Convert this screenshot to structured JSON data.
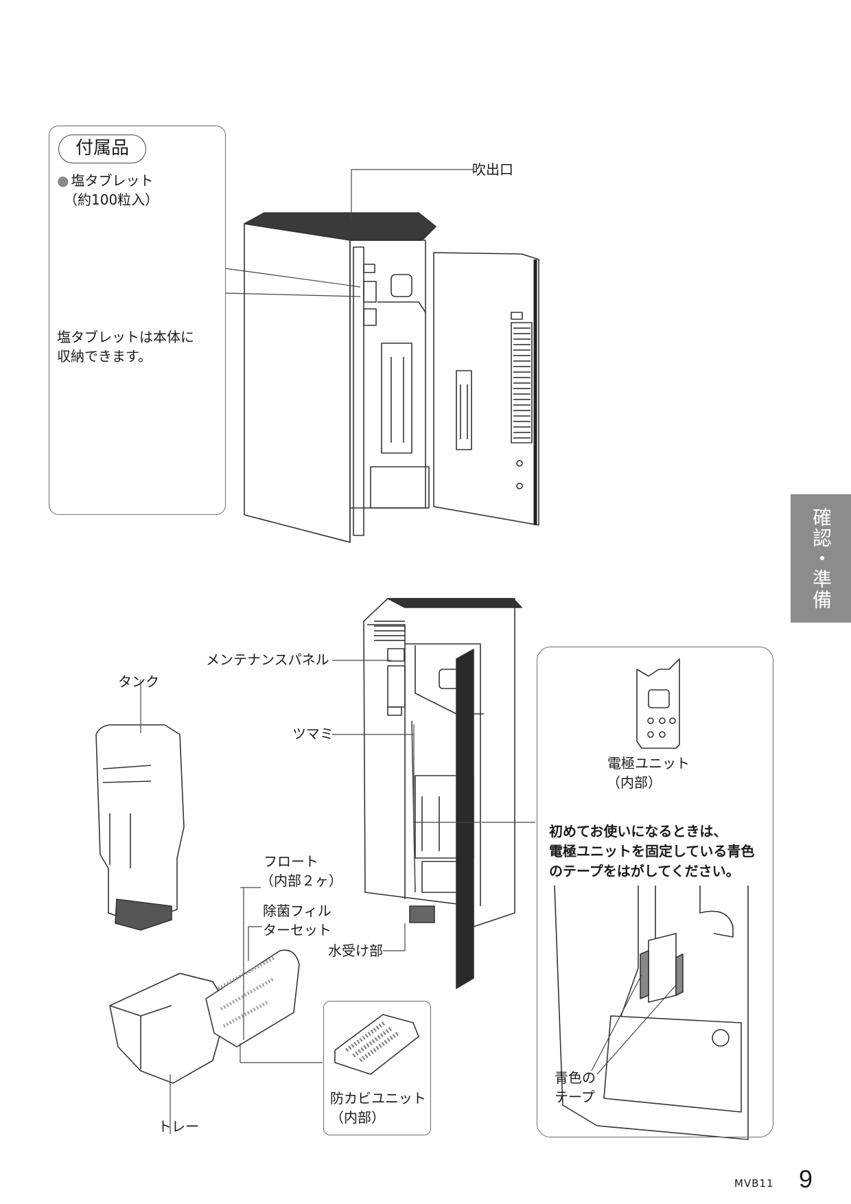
{
  "accessories": {
    "title": "付属品",
    "item_name": "塩タブレット",
    "item_qty": "（約100粒入）",
    "storage_note_line1": "塩タブレットは本体に",
    "storage_note_line2": "収納できます。"
  },
  "top_unit": {
    "outlet_label": "吹出口"
  },
  "bottom_unit": {
    "maintenance_panel_label": "メンテナンスパネル",
    "knob_label": "ツマミ",
    "water_receiver_label": "水受け部"
  },
  "parts": {
    "tank_label": "タンク",
    "float_line1": "フロート",
    "float_line2": "（内部２ヶ）",
    "filter_line1": "除菌フィル",
    "filter_line2": "ターセット",
    "tray_label": "トレー",
    "mold_unit_line1": "防カビユニット",
    "mold_unit_line2": "（内部）"
  },
  "electrode": {
    "label_line1": "電極ユニット",
    "label_line2": "（内部）",
    "note_line1": "初めてお使いになるときは、",
    "note_line2": "電極ユニットを固定している青色",
    "note_line3": "のテープをはがしてください。",
    "tape_line1": "青色の",
    "tape_line2": "テープ"
  },
  "side_tab": {
    "text": "確認・準備"
  },
  "footer": {
    "model_code": "MVB11",
    "page_number": "9"
  }
}
